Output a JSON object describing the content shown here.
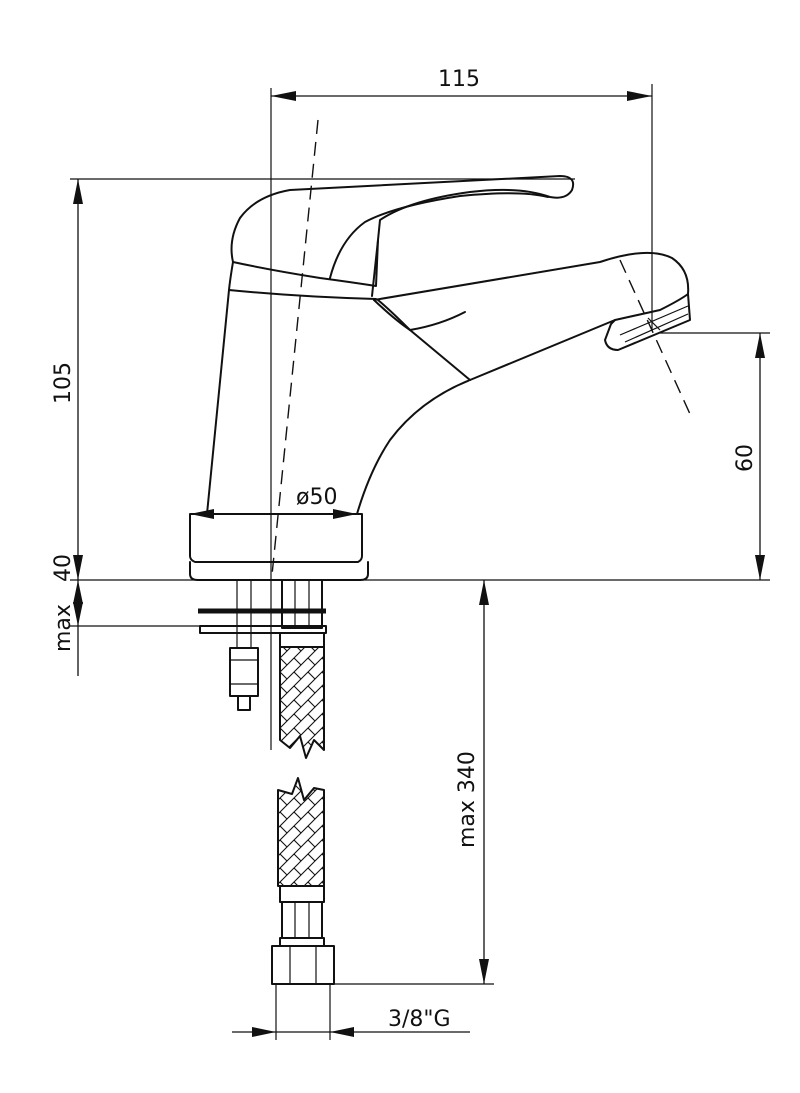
{
  "drawing": {
    "dimensions": {
      "width_top": "115",
      "height_total": "105",
      "height_spout": "60",
      "height_base": "40",
      "base_diameter": "ø50",
      "mount_max": "max",
      "hose_max": "max 340",
      "thread": "3/8\"G"
    }
  }
}
